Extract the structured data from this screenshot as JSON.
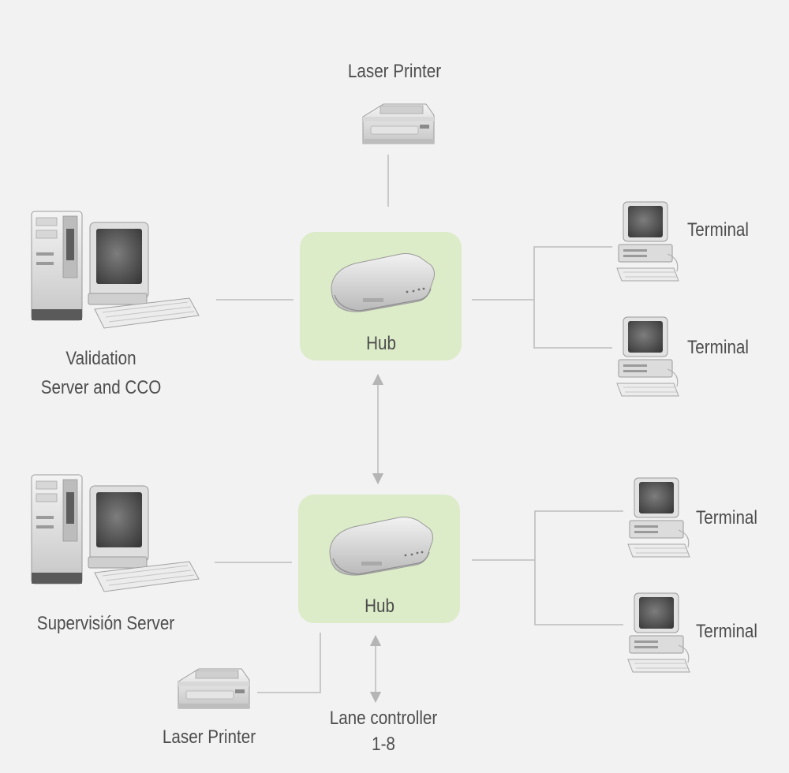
{
  "top_printer": {
    "label": "Laser Printer"
  },
  "validation_server": {
    "label_line1": "Validation",
    "label_line2": "Server and CCO"
  },
  "upper_hub": {
    "label": "Hub"
  },
  "upper_terminals": [
    {
      "label": "Terminal"
    },
    {
      "label": "Terminal"
    }
  ],
  "supervision_server": {
    "label": "Supervisión Server"
  },
  "lower_hub": {
    "label": "Hub"
  },
  "lower_terminals": [
    {
      "label": "Terminal"
    },
    {
      "label": "Terminal"
    }
  ],
  "bottom_printer": {
    "label": "Laser Printer"
  },
  "lane_controller": {
    "label_line1": "Lane controller",
    "label_line2": "1-8"
  },
  "colors": {
    "background": "#f2f2f2",
    "hub_box": "#dcebc8",
    "connector": "#bdbdbd",
    "text": "#4d4d4d"
  }
}
